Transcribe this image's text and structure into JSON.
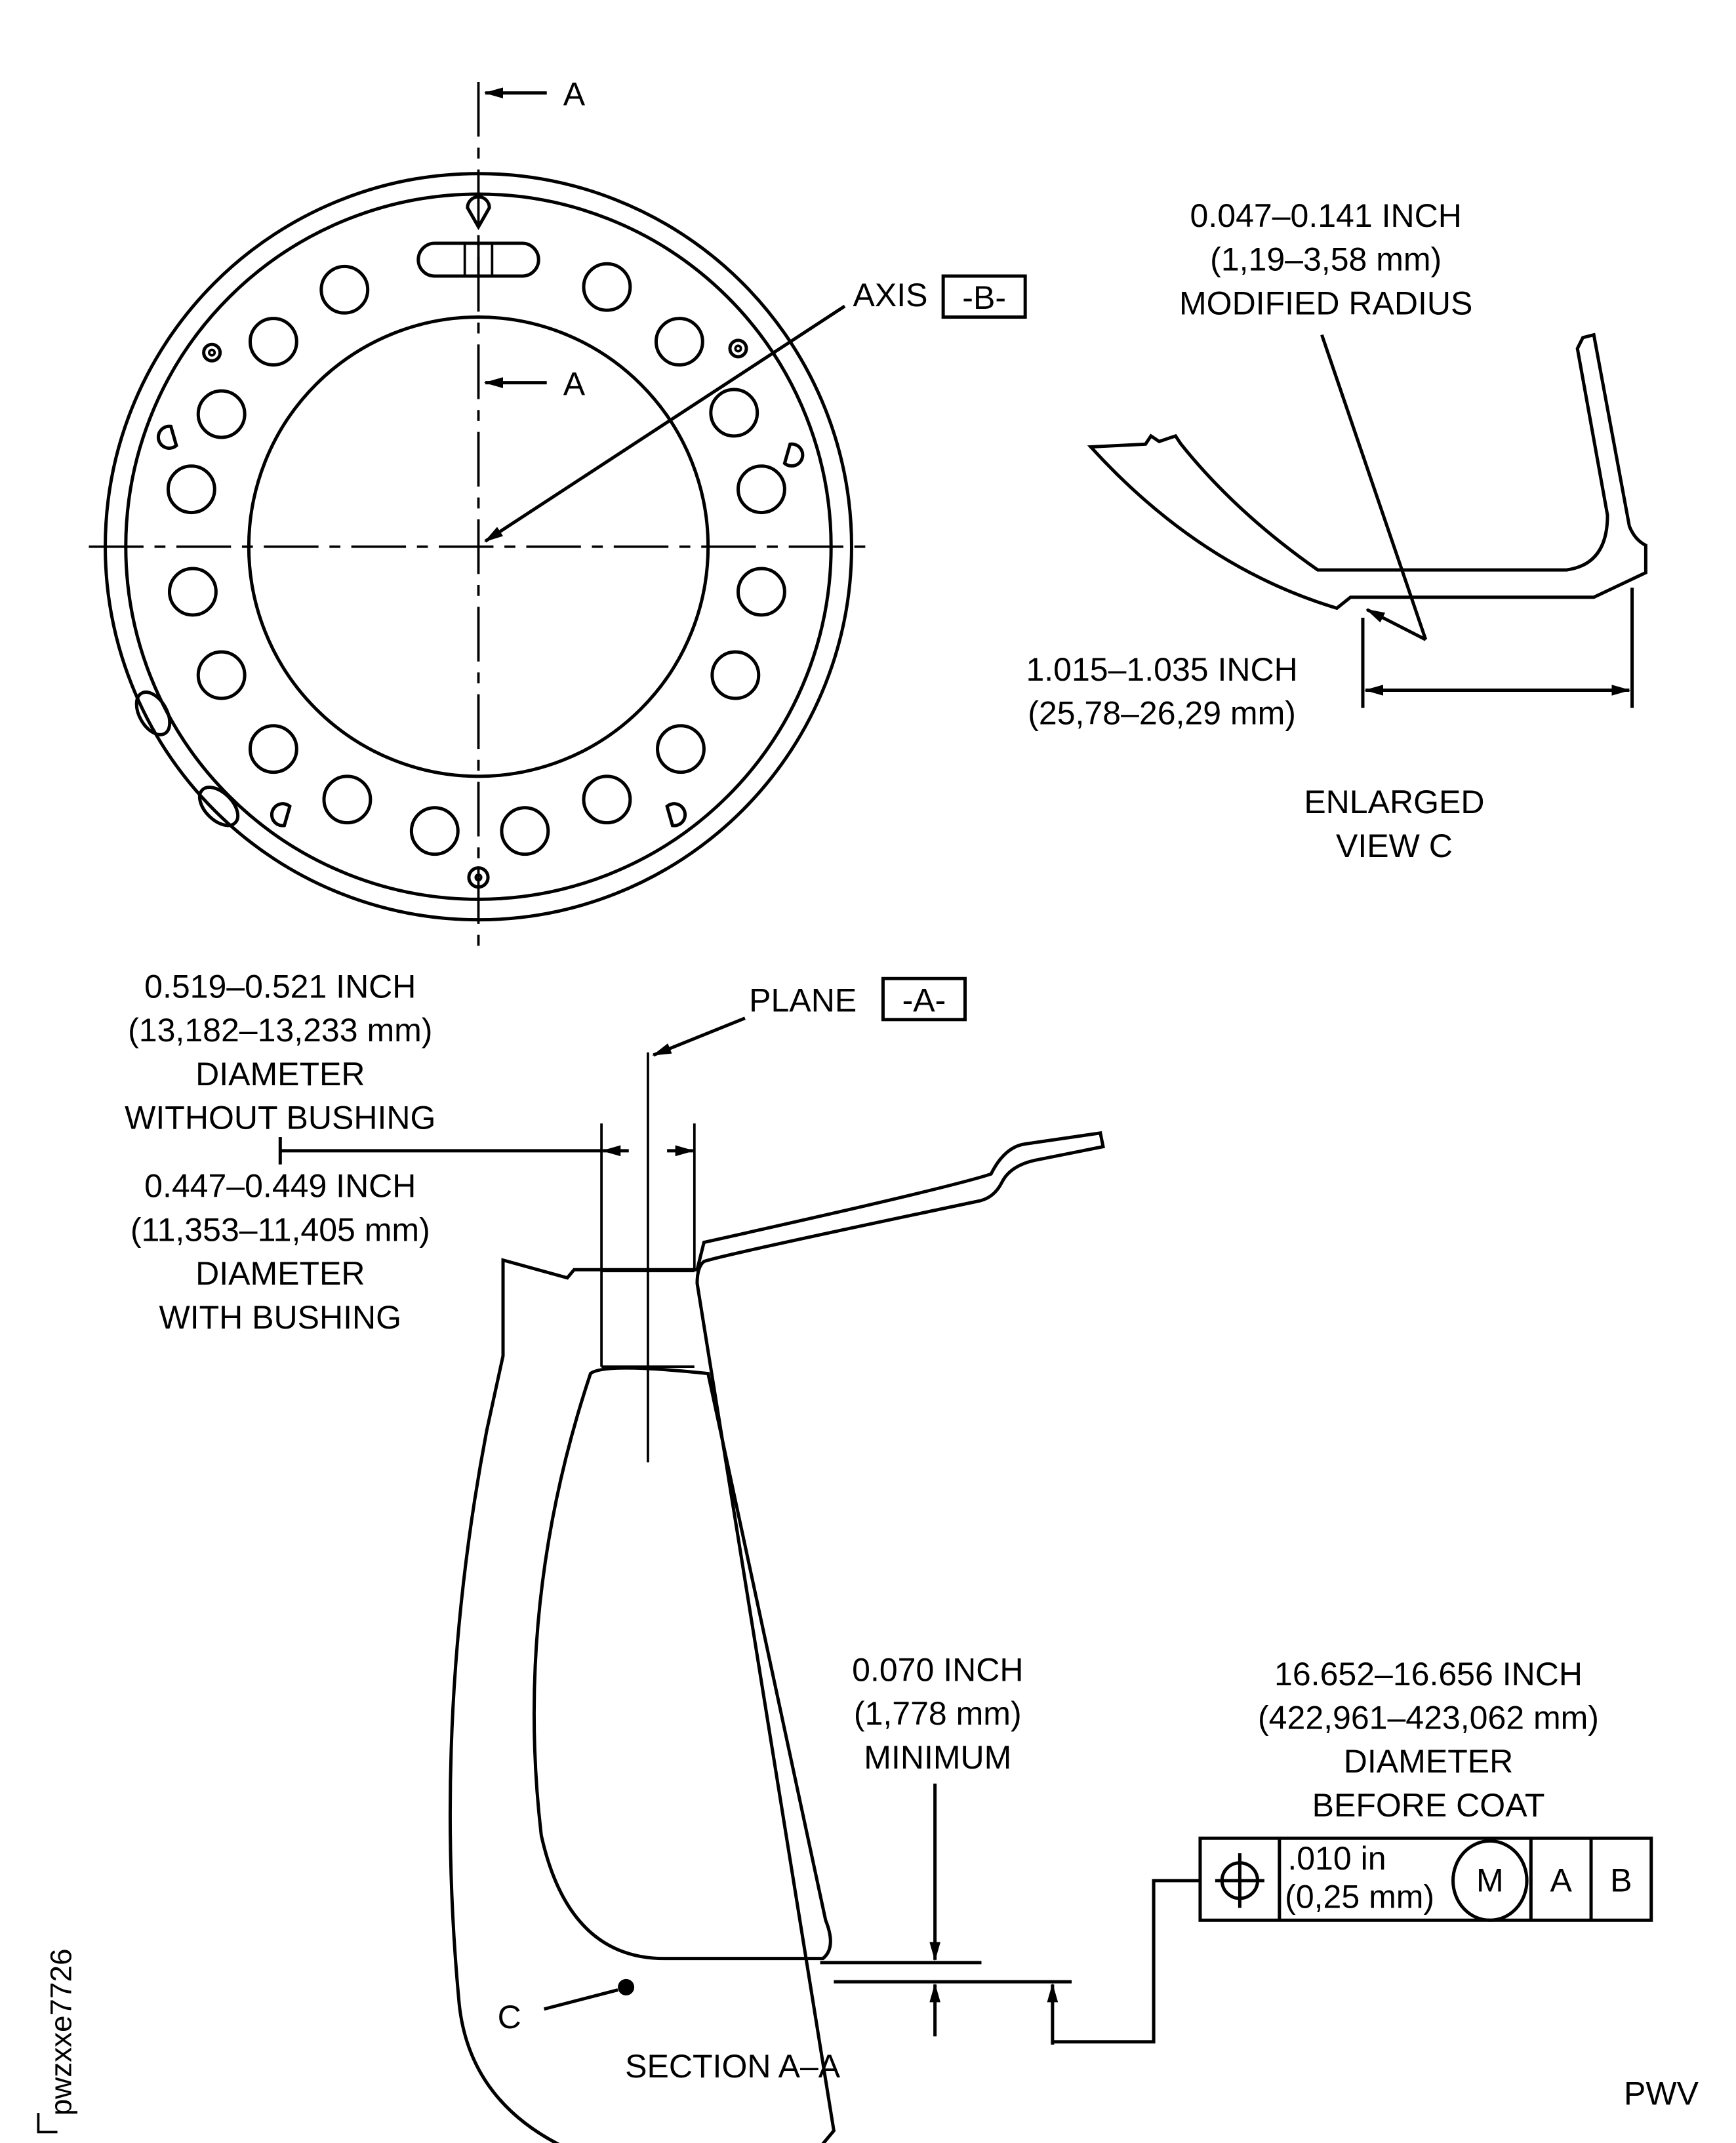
{
  "plan_view": {
    "section_label_top": "A",
    "section_label_mid": "A",
    "axis_label": "AXIS",
    "axis_datum": "-B-"
  },
  "enlarged_view": {
    "radius_line1": "0.047–0.141 INCH",
    "radius_line2": "(1,19–3,58 mm)",
    "radius_line3": "MODIFIED RADIUS",
    "length_line1": "1.015–1.035 INCH",
    "length_line2": "(25,78–26,29 mm)",
    "title_line1": "ENLARGED",
    "title_line2": "VIEW C"
  },
  "section_view": {
    "plane_label": "PLANE",
    "plane_datum": "-A-",
    "dia_without_line1": "0.519–0.521 INCH",
    "dia_without_line2": "(13,182–13,233 mm)",
    "dia_without_line3": "DIAMETER",
    "dia_without_line4": "WITHOUT BUSHING",
    "dia_with_line1": "0.447–0.449 INCH",
    "dia_with_line2": "(11,353–11,405 mm)",
    "dia_with_line3": "DIAMETER",
    "dia_with_line4": "WITH BUSHING",
    "min_line1": "0.070 INCH",
    "min_line2": "(1,778 mm)",
    "min_line3": "MINIMUM",
    "od_line1": "16.652–16.656 INCH",
    "od_line2": "(422,961–423,062 mm)",
    "od_line3": "DIAMETER",
    "od_line4": "BEFORE COAT",
    "fcf": {
      "symbol": "position-icon",
      "tol_line1": ".010 in",
      "tol_line2": "(0,25 mm)",
      "modifier": "M",
      "datum1": "A",
      "datum2": "B"
    },
    "detail_label": "C",
    "title": "SECTION A–A"
  },
  "figure_id": "pwzxxe7726",
  "footer_code": "PWV"
}
